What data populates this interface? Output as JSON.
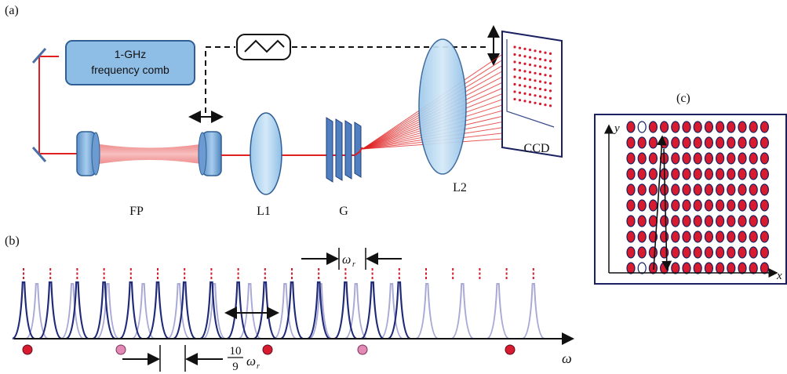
{
  "panel_labels": {
    "a": "(a)",
    "b": "(b)",
    "c": "(c)"
  },
  "setup": {
    "comb_line1": "1-GHz",
    "comb_line2": "frequency comb",
    "fp_label": "FP",
    "l1_label": "L1",
    "g_label": "G",
    "l2_label": "L2",
    "ccd_label": "CCD"
  },
  "spectrum": {
    "omega_r_label": "ω",
    "omega_r_sub": "r",
    "frac_num": "10",
    "frac_den": "9",
    "frac_omega": "ω",
    "frac_sub": "r",
    "axis_label": "ω",
    "dark_peak_count": 15,
    "light_peak_count": 15
  },
  "grid": {
    "x_label": "x",
    "y_label": "y",
    "rows": 10,
    "cols": 13
  },
  "colors": {
    "beam_red": "#e02020",
    "optic_blue": "#7fb6e0",
    "optic_blue_light": "#b9d9f2",
    "peak_dark": "#1f2a78",
    "peak_light": "#a9a9d6",
    "dot_red": "#d81b2e",
    "dot_pink": "#e28ab3",
    "frame": "#1a2060"
  }
}
